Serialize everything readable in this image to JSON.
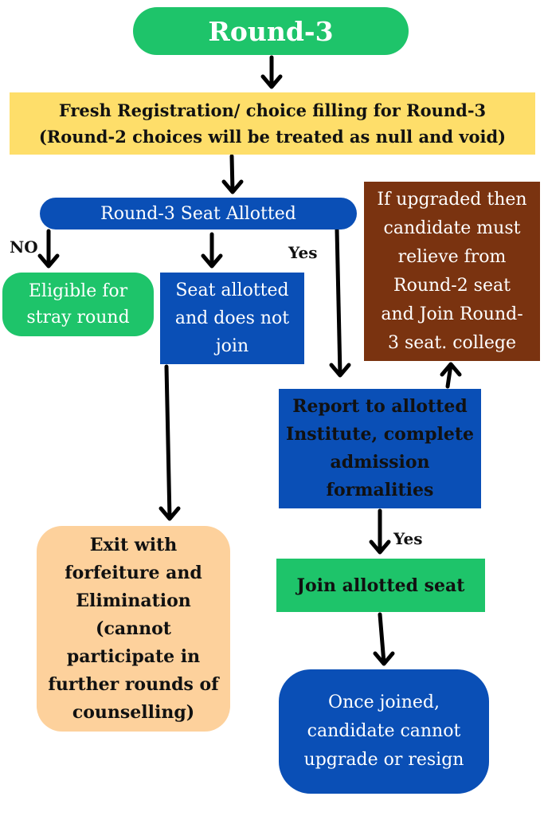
{
  "title": "Round-3",
  "fresh_registration": {
    "line1": "Fresh Registration/ choice filling for Round-3",
    "line2": "(Round-2 choices will be treated as null and void)"
  },
  "seat_allotted": "Round-3 Seat Allotted",
  "labels": {
    "no": "NO",
    "yes_allotted": "Yes",
    "yes_report": "Yes"
  },
  "stray": [
    "Eligible for",
    "stray round"
  ],
  "not_join": [
    "Seat allotted",
    "and does not",
    "join"
  ],
  "upgrade": [
    "If upgraded then",
    "candidate must",
    "relieve from",
    "Round-2 seat",
    "and Join Round-",
    "3 seat. college"
  ],
  "report": [
    "Report to allotted",
    "Institute, complete",
    "admission",
    "formalities"
  ],
  "join_seat": "Join allotted seat",
  "exit": [
    "Exit with",
    "forfeiture and",
    "Elimination",
    "(cannot",
    "participate in",
    "further rounds of",
    "counselling)"
  ],
  "final": [
    "Once joined,",
    "candidate cannot",
    "upgrade or resign"
  ],
  "colors": {
    "green": "#1ec46a",
    "yellow": "#fede6a",
    "blue": "#0a4fb6",
    "brown": "#7a3310",
    "peach": "#fdd19c",
    "arrow": "#000000"
  }
}
